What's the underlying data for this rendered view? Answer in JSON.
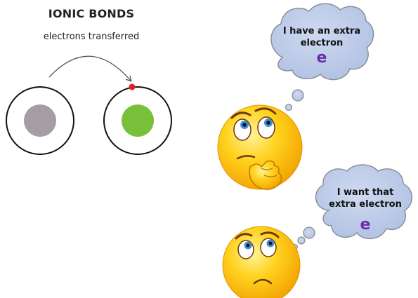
{
  "diagram": {
    "title": "IONIC BONDS",
    "subtitle": "electrons transferred"
  },
  "bubbles": {
    "top_line1": "I have an extra",
    "top_line2": "electron",
    "top_symbol": "e",
    "bottom_line1": "I want that",
    "bottom_line2": "extra electron",
    "bottom_symbol": "e"
  },
  "colors": {
    "donor_nucleus": "#a49da4",
    "acceptor_nucleus": "#78bf3a",
    "electron": "#e02020",
    "bubble_fill": "#b9c9e8",
    "bubble_stroke": "#8a8f99",
    "symbol": "#6b2fa8"
  }
}
